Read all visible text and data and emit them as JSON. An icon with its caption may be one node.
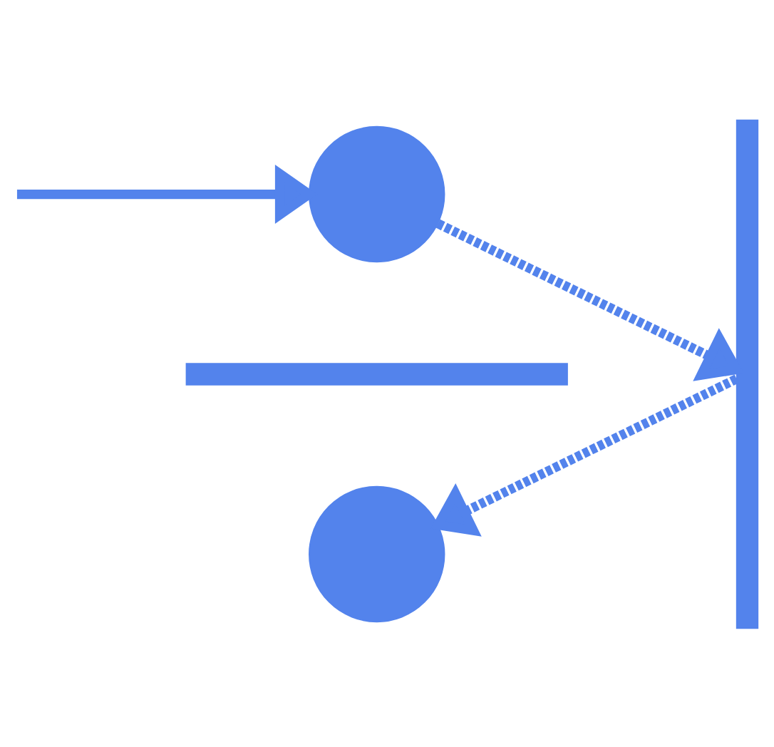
{
  "diagram": {
    "nodes": [
      {
        "text": [],
        "shape": "circle"
      },
      {
        "text": [],
        "shape": "bar"
      },
      {
        "text": [],
        "shape": "bar"
      },
      {
        "text": [],
        "shape": "circle"
      }
    ],
    "edges": [
      {
        "from": null,
        "to": 0,
        "arrow": "to",
        "color": "#5383ec"
      },
      {
        "from": 0,
        "to": 1,
        "arrow": "to",
        "style": "dashed",
        "color": "#5383ec"
      },
      {
        "from": 1,
        "to": 3,
        "arrow": "to",
        "style": "dashed",
        "color": "#5383ec"
      }
    ]
  }
}
